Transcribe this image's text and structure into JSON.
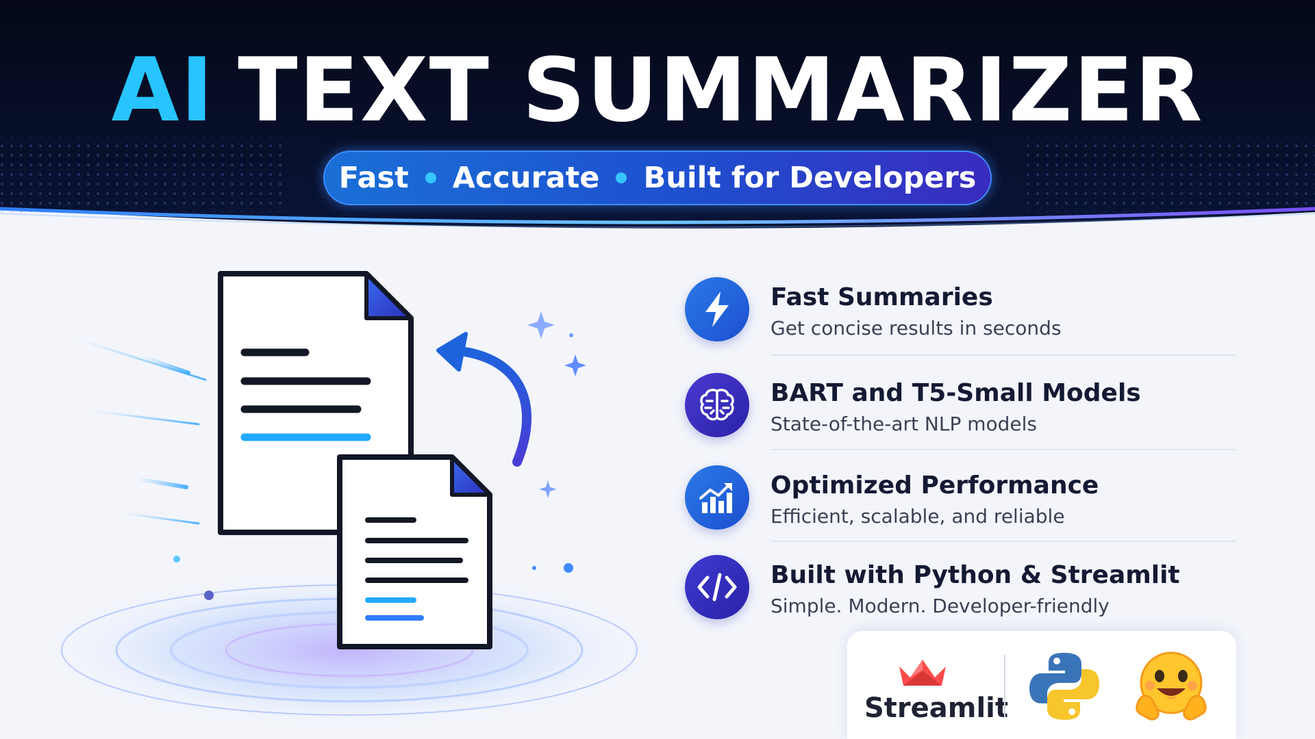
{
  "header": {
    "title_accent": "AI",
    "title_rest": "TEXT SUMMARIZER",
    "tagline": [
      "Fast",
      "Accurate",
      "Built for Developers"
    ]
  },
  "features": [
    {
      "title": "Fast Summaries",
      "desc": "Get concise results in seconds",
      "icon": "lightning-icon"
    },
    {
      "title": "BART and T5-Small Models",
      "desc": "State-of-the-art NLP models",
      "icon": "brain-icon"
    },
    {
      "title": "Optimized Performance",
      "desc": "Efficient, scalable, and reliable",
      "icon": "chart-icon"
    },
    {
      "title": "Built with Python & Streamlit",
      "desc": "Simple. Modern. Developer-friendly",
      "icon": "code-icon"
    }
  ],
  "logos": {
    "streamlit_label": "Streamlit",
    "items": [
      "streamlit-logo",
      "python-logo",
      "hugging-face-logo"
    ]
  },
  "colors": {
    "header_bg": "#050b24",
    "accent": "#27c4ff",
    "feature_blue": "#1f5fd8",
    "feature_violet": "#3a2cbf"
  }
}
